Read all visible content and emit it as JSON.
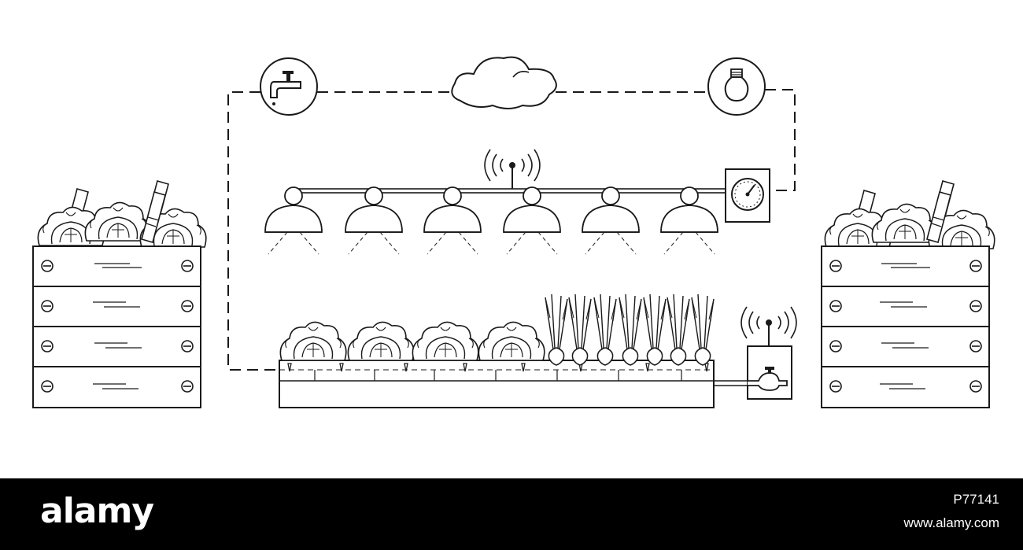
{
  "diagram": {
    "title": "",
    "icons": [
      "water-tap-icon",
      "cloud-icon",
      "light-bulb-icon",
      "gauge-icon",
      "wifi-icon",
      "water-valve-icon"
    ],
    "line_color": "#1a1a1a",
    "background": "#ffffff"
  },
  "watermark": {
    "brand": "alamy",
    "image_id": "P77141",
    "site": "www.alamy.com",
    "bar_color": "#000000",
    "text_color": "#ffffff"
  }
}
